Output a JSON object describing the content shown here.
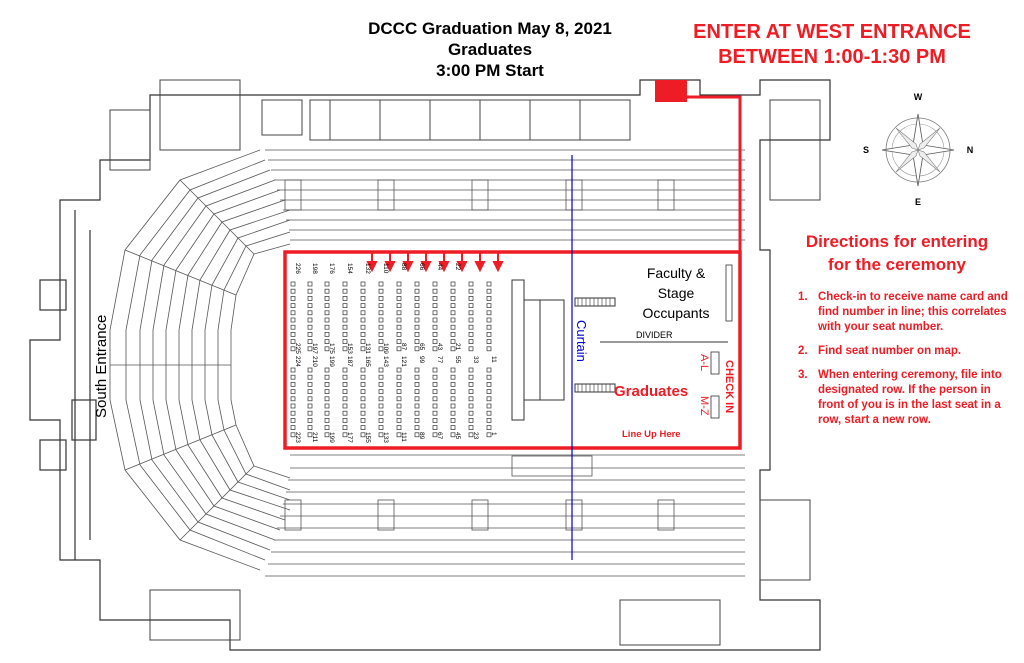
{
  "header": {
    "title_line1": "DCCC Graduation May 8, 2021",
    "title_line2": "Graduates",
    "title_line3": "3:00 PM Start",
    "enter_line1": "ENTER AT WEST ENTRANCE",
    "enter_line2": "BETWEEN 1:00-1:30 PM"
  },
  "compass": {
    "north": "N",
    "south": "S",
    "east": "E",
    "west": "W"
  },
  "directions": {
    "heading_line1": "Directions for entering",
    "heading_line2": "for the ceremony",
    "steps": [
      {
        "num": "1.",
        "text": "Check-in to receive name card and find number in line; this correlates with your seat number."
      },
      {
        "num": "2.",
        "text": "Find seat number on map."
      },
      {
        "num": "3.",
        "text": "When entering ceremony, file into designated row. If the person in front of you is in the last seat in a row, start a new row."
      }
    ]
  },
  "map": {
    "south_entrance": "South Entrance",
    "faculty_line1": "Faculty &",
    "faculty_line2": "Stage",
    "faculty_line3": "Occupants",
    "divider": "DIVIDER",
    "curtain": "Curtain",
    "graduates": "Graduates",
    "line_up": "Line Up Here",
    "check_in": "CHECK IN",
    "check_a_l": "A-L",
    "check_m_z": "M-Z",
    "seat_labels_top": [
      "226",
      "198",
      "176",
      "154",
      "132",
      "110",
      "88",
      "66",
      "44",
      "22"
    ],
    "seat_labels_mid_top": [
      "225",
      "197",
      "175",
      "153",
      "131",
      "109",
      "87",
      "65",
      "43",
      "21"
    ],
    "seat_labels_mid_bottom": [
      "224",
      "210",
      "199",
      "187",
      "165",
      "143",
      "121",
      "99",
      "77",
      "55",
      "33",
      "11"
    ],
    "seat_labels_bottom": [
      "223",
      "211",
      "199",
      "177",
      "155",
      "133",
      "111",
      "89",
      "67",
      "45",
      "23",
      "1"
    ],
    "colors": {
      "accent_red": "#ee1c24",
      "curtain_blue": "#0000cc",
      "line_gray": "#555555"
    }
  }
}
